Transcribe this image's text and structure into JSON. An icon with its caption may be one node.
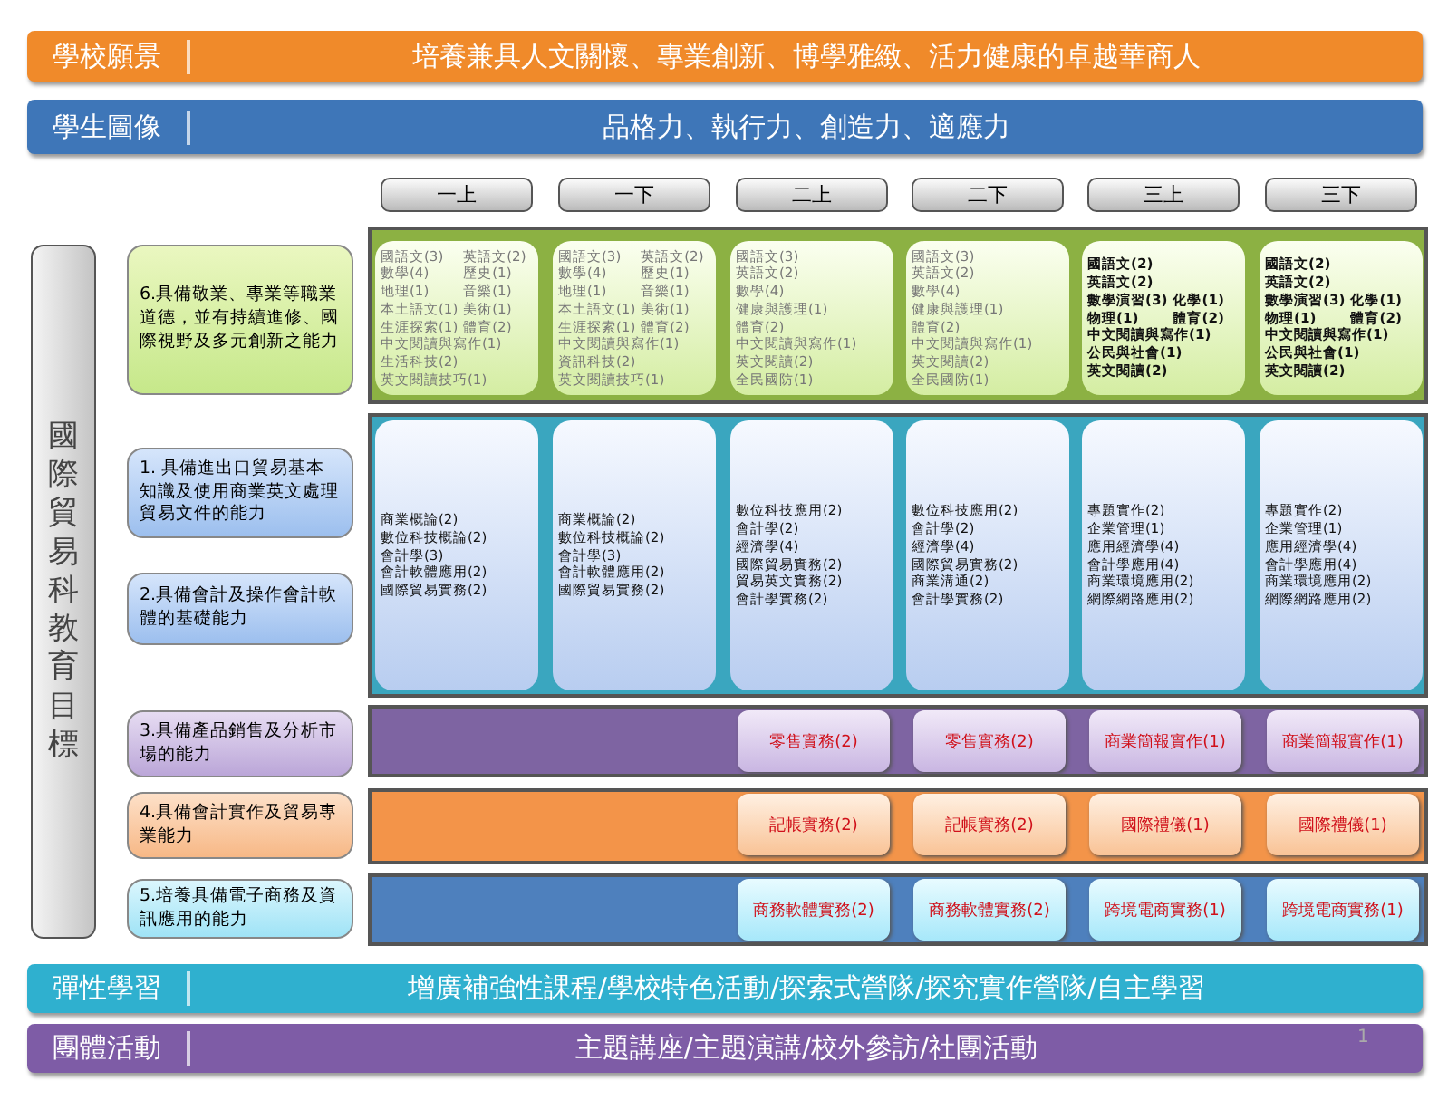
{
  "diagram": {
    "nodes": [
      {
        "text": [
          "學校願景",
          "培養兼具人文關懷、專業創新、博學雅緻、活力健康的卓越華商人"
        ]
      },
      {
        "text": [
          "學生圖像",
          "品格力、執行力、創造力、適應力"
        ]
      },
      {
        "text": [
          "一上"
        ]
      },
      {
        "text": [
          "一下"
        ]
      },
      {
        "text": [
          "二上"
        ]
      },
      {
        "text": [
          "二下"
        ]
      },
      {
        "text": [
          "三上"
        ]
      },
      {
        "text": [
          "三下"
        ]
      },
      {
        "text": [
          "國際貿易科教育目標"
        ]
      },
      {
        "text": [
          "6.具備敬業、專業等職業道德，並有持續進修、國際視野及多元創新之能力"
        ]
      },
      {
        "text": [
          "1. 具備進出口貿易基本知識及使用商業英文處理貿易文件的能力"
        ]
      },
      {
        "text": [
          "2.具備會計及操作會計軟體的基礎能力"
        ]
      },
      {
        "text": [
          "3.具備產品銷售及分析市場的能力"
        ]
      },
      {
        "text": [
          "4.具備會計實作及貿易專業能力"
        ]
      },
      {
        "text": [
          "5.培養具備電子商務及資訊應用的能力"
        ]
      },
      {
        "text": [],
        "shape": "bar"
      },
      {
        "text": [
          "國語文(3)",
          "英語文(2)",
          "數學(4)",
          "歷史(1)",
          "地理(1)",
          "音樂(1)",
          "本土語文(1)",
          "美術(1)",
          "生涯探索(1)",
          "體育(2)",
          "中文閱讀與寫作(1)",
          "生活科技(2)",
          "英文閱讀技巧(1)"
        ],
        "in": 15
      },
      {
        "text": [
          "國語文(3)",
          "英語文(2)",
          "數學(4)",
          "歷史(1)",
          "地理(1)",
          "音樂(1)",
          "本土語文(1)",
          "美術(1)",
          "生涯探索(1)",
          "體育(2)",
          "中文閱讀與寫作(1)",
          "資訊科技(2)",
          "英文閱讀技巧(1)"
        ],
        "in": 15
      },
      {
        "text": [
          "國語文(3)",
          "英語文(2)",
          "數學(4)",
          "健康與護理(1)",
          "體育(2)",
          "中文閱讀與寫作(1)",
          "英文閱讀(2)",
          "全民國防(1)"
        ],
        "in": 15
      },
      {
        "text": [
          "國語文(3)",
          "英語文(2)",
          "數學(4)",
          "健康與護理(1)",
          "體育(2)",
          "中文閱讀與寫作(1)",
          "英文閱讀(2)",
          "全民國防(1)"
        ],
        "in": 15
      },
      {
        "text": [
          "國語文(2)",
          "英語文(2)",
          "數學演習(3)",
          "化學(1)",
          "物理(1)",
          "體育(2)",
          "中文閱讀與寫作(1)",
          "公民與社會(1)",
          "英文閱讀(2)"
        ],
        "in": 15
      },
      {
        "text": [
          "國語文(2)",
          "英語文(2)",
          "數學演習(3)",
          "化學(1)",
          "物理(1)",
          "體育(2)",
          "中文閱讀與寫作(1)",
          "公民與社會(1)",
          "英文閱讀(2)"
        ],
        "in": 15
      },
      {
        "text": [],
        "shape": "bar"
      },
      {
        "text": [
          "商業概論(2)",
          "數位科技概論(2)",
          "會計學(3)",
          "會計軟體應用(2)",
          "國際貿易實務(2)"
        ],
        "in": 22
      },
      {
        "text": [
          "商業概論(2)",
          "數位科技概論(2)",
          "會計學(3)",
          "會計軟體應用(2)",
          "國際貿易實務(2)"
        ],
        "in": 22
      },
      {
        "text": [
          "數位科技應用(2)",
          "會計學(2)",
          "經濟學(4)",
          "國際貿易實務(2)",
          "貿易英文實務(2)",
          "會計學實務(2)"
        ],
        "in": 22
      },
      {
        "text": [
          "數位科技應用(2)",
          "會計學(2)",
          "經濟學(4)",
          "國際貿易實務(2)",
          "商業溝通(2)",
          "會計學實務(2)"
        ],
        "in": 22
      },
      {
        "text": [
          "專題實作(2)",
          "企業管理(1)",
          "應用經濟學(4)",
          "會計學應用(4)",
          "商業環境應用(2)",
          "網際網路應用(2)"
        ],
        "in": 22
      },
      {
        "text": [
          "專題實作(2)",
          "企業管理(1)",
          "應用經濟學(4)",
          "會計學應用(4)",
          "商業環境應用(2)",
          "網際網路應用(2)"
        ],
        "in": 22
      },
      {
        "text": [],
        "shape": "bar"
      },
      {
        "text": [
          "零售實務(2)"
        ],
        "in": 29
      },
      {
        "text": [
          "零售實務(2)"
        ],
        "in": 29
      },
      {
        "text": [
          "商業簡報實作(1)"
        ],
        "in": 29
      },
      {
        "text": [
          "商業簡報實作(1)"
        ],
        "in": 29
      },
      {
        "text": [],
        "shape": "bar"
      },
      {
        "text": [
          "記帳實務(2)"
        ],
        "in": 34
      },
      {
        "text": [
          "記帳實務(2)"
        ],
        "in": 34
      },
      {
        "text": [
          "國際禮儀(1)"
        ],
        "in": 34
      },
      {
        "text": [
          "國際禮儀(1)"
        ],
        "in": 34
      },
      {
        "text": [],
        "shape": "bar"
      },
      {
        "text": [
          "商務軟體實務(2)"
        ],
        "in": 39
      },
      {
        "text": [
          "商務軟體實務(2)"
        ],
        "in": 39
      },
      {
        "text": [
          "跨境電商實務(1)"
        ],
        "in": 39
      },
      {
        "text": [
          "跨境電商實務(1)"
        ],
        "in": 39
      },
      {
        "text": [
          "彈性學習",
          "增廣補強性課程/學校特色活動/探索式營隊/探究實作營隊/自主學習"
        ]
      },
      {
        "text": [
          "團體活動",
          "主題講座/主題演講/校外參訪/社團活動"
        ]
      }
    ],
    "edges": [],
    "labels": [
      "1"
    ]
  }
}
